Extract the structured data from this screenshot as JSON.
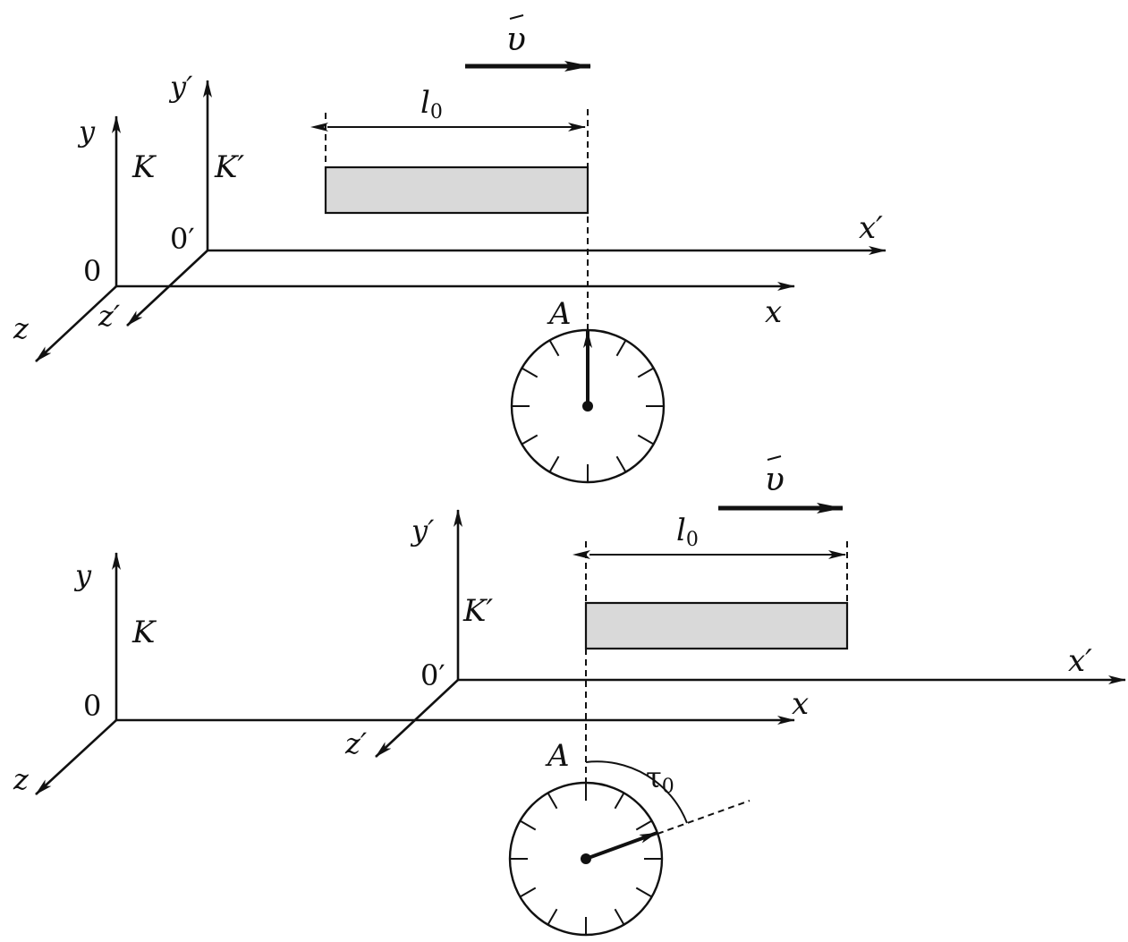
{
  "top_panel": {
    "frame_K": {
      "origin": "0",
      "y_axis": "y",
      "x_axis": "x",
      "z_axis": "z",
      "name": "K"
    },
    "frame_K_prime": {
      "origin": "0′",
      "y_axis": "y′",
      "x_axis": "x′",
      "z_axis": "z′",
      "name": "K′"
    },
    "velocity_label": "υ",
    "length_label": "l",
    "length_subscript": "0",
    "clock_label": "A",
    "clock_hand_angle_deg": 0
  },
  "bottom_panel": {
    "frame_K": {
      "origin": "0",
      "y_axis": "y",
      "x_axis": "x",
      "z_axis": "z",
      "name": "K"
    },
    "frame_K_prime": {
      "origin": "0′",
      "y_axis": "y′",
      "x_axis": "x′",
      "z_axis": "z′",
      "name": "K′"
    },
    "velocity_label": "υ",
    "length_label": "l",
    "length_subscript": "0",
    "clock_label": "A",
    "elapsed_label": "τ",
    "elapsed_subscript": "0",
    "clock_hand_angle_deg": 70
  },
  "colors": {
    "ink": "#111111",
    "bar_fill": "#d9d9d9",
    "background": "#ffffff"
  }
}
